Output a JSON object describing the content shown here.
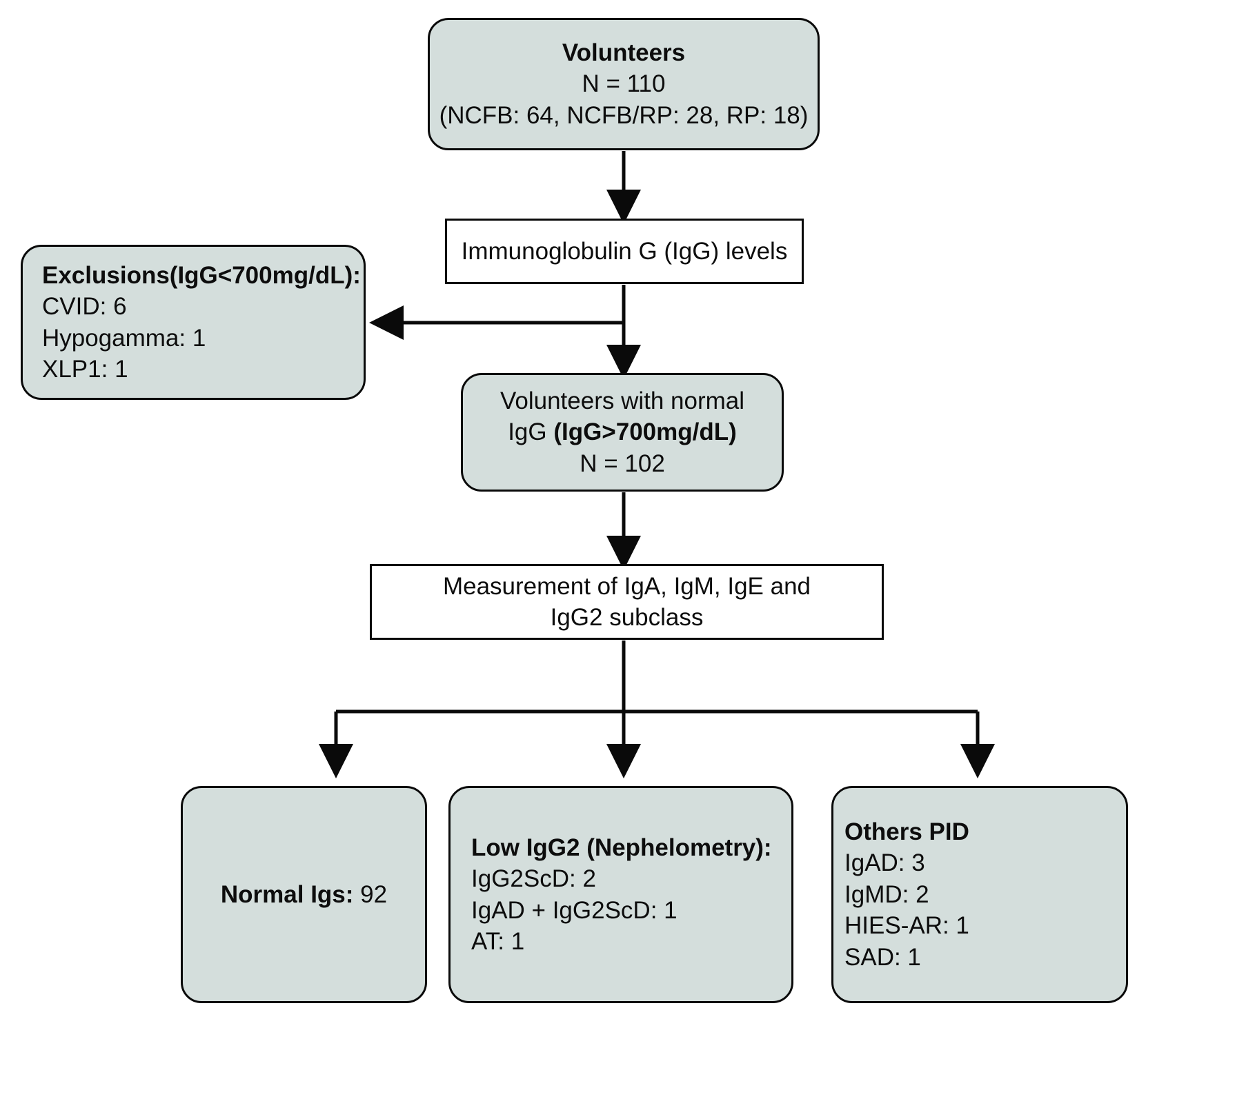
{
  "diagram": {
    "title": "Study flow diagram of immunoglobulin screening in volunteers",
    "colors": {
      "node_fill": "#d4dedc",
      "node_fill_plain": "#ffffff",
      "stroke": "#0a0a0a",
      "text": "#0d0d0d"
    },
    "nodes": {
      "volunteers": {
        "name": "Volunteers",
        "lines": [
          {
            "text": "Volunteers",
            "bold": true
          },
          {
            "text": "N = 110",
            "bold": false
          },
          {
            "text": "(NCFB: 64, NCFB/RP: 28, RP: 18)",
            "bold": false
          }
        ]
      },
      "igg_levels": {
        "name": "Immunoglobulin G (IgG) levels",
        "lines": [
          {
            "text": "Immunoglobulin G (IgG) levels",
            "bold": false
          }
        ]
      },
      "exclusions": {
        "name": "Exclusions",
        "lines": [
          {
            "text": "Exclusions(IgG<700mg/dL):",
            "bold": true
          },
          {
            "text": "CVID: 6",
            "bold": false
          },
          {
            "text": "Hypogamma: 1",
            "bold": false
          },
          {
            "text": "XLP1: 1",
            "bold": false
          }
        ]
      },
      "normal_igg": {
        "name": "Volunteers with normal IgG",
        "lines": [
          {
            "text": "Volunteers with normal",
            "bold": false
          },
          {
            "text": "IgG ",
            "bold": false,
            "bold_tail": "(IgG>700mg/dL)"
          },
          {
            "text": "N = 102",
            "bold": false
          }
        ]
      },
      "measurement": {
        "name": "Measurement of IgA, IgM, IgE and IgG2 subclass",
        "lines": [
          {
            "text": "Measurement of IgA, IgM, IgE and",
            "bold": false
          },
          {
            "text": "IgG2 subclass",
            "bold": false
          }
        ]
      },
      "normal_igs": {
        "name": "Normal Igs",
        "lines": [
          {
            "text": "Normal Igs: 92",
            "bold": true,
            "bold_head": "Normal Igs:",
            "plain_tail": " 92"
          }
        ]
      },
      "low_igg2": {
        "name": "Low IgG2 (Nephelometry)",
        "lines": [
          {
            "text": "Low IgG2 (Nephelometry):",
            "bold": true
          },
          {
            "text": "IgG2ScD: 2",
            "bold": false
          },
          {
            "text": "IgAD + IgG2ScD: 1",
            "bold": false
          },
          {
            "text": "AT: 1",
            "bold": false
          }
        ]
      },
      "others_pid": {
        "name": "Others PID",
        "lines": [
          {
            "text": "Others PID",
            "bold": true
          },
          {
            "text": "IgAD: 3",
            "bold": false
          },
          {
            "text": "IgMD: 2",
            "bold": false
          },
          {
            "text": "HIES-AR: 1",
            "bold": false
          },
          {
            "text": "SAD: 1",
            "bold": false
          }
        ]
      }
    },
    "text": {
      "volunteers_l1": "Volunteers",
      "volunteers_l2": "N = 110",
      "volunteers_l3": "(NCFB: 64, NCFB/RP: 28, RP: 18)",
      "igg_levels_l1": "Immunoglobulin G (IgG) levels",
      "exclusions_l1": "Exclusions(IgG<700mg/dL):",
      "exclusions_l2": "CVID: 6",
      "exclusions_l3": "Hypogamma: 1",
      "exclusions_l4": "XLP1: 1",
      "normal_igg_l1": "Volunteers with normal",
      "normal_igg_l2a": "IgG ",
      "normal_igg_l2b": "(IgG>700mg/dL)",
      "normal_igg_l3": "N = 102",
      "measurement_l1": "Measurement of IgA, IgM, IgE and",
      "measurement_l2": "IgG2 subclass",
      "normal_igs_a": "Normal Igs:",
      "normal_igs_b": " 92",
      "low_igg2_l1": "Low IgG2 (Nephelometry):",
      "low_igg2_l2": "IgG2ScD: 2",
      "low_igg2_l3": "IgAD + IgG2ScD: 1",
      "low_igg2_l4": "AT: 1",
      "others_pid_l1": "Others PID",
      "others_pid_l2": "IgAD: 3",
      "others_pid_l3": "IgMD: 2",
      "others_pid_l4": "HIES-AR: 1",
      "others_pid_l5": "SAD: 1"
    },
    "edges": [
      {
        "name": "volunteers-to-igg-levels",
        "from": "volunteers",
        "to": "igg_levels",
        "kind": "arrow-down"
      },
      {
        "name": "igg-levels-to-exclusions",
        "from": "igg_levels",
        "to": "exclusions",
        "kind": "arrow-left"
      },
      {
        "name": "igg-levels-to-normal-igg",
        "from": "igg_levels",
        "to": "normal_igg",
        "kind": "arrow-down"
      },
      {
        "name": "normal-igg-to-measurement",
        "from": "normal_igg",
        "to": "measurement",
        "kind": "arrow-down"
      },
      {
        "name": "measurement-to-normal-igs",
        "from": "measurement",
        "to": "normal_igs",
        "kind": "split-arrow-down-left"
      },
      {
        "name": "measurement-to-low-igg2",
        "from": "measurement",
        "to": "low_igg2",
        "kind": "split-arrow-down-center"
      },
      {
        "name": "measurement-to-others-pid",
        "from": "measurement",
        "to": "others_pid",
        "kind": "split-arrow-down-right"
      }
    ]
  }
}
